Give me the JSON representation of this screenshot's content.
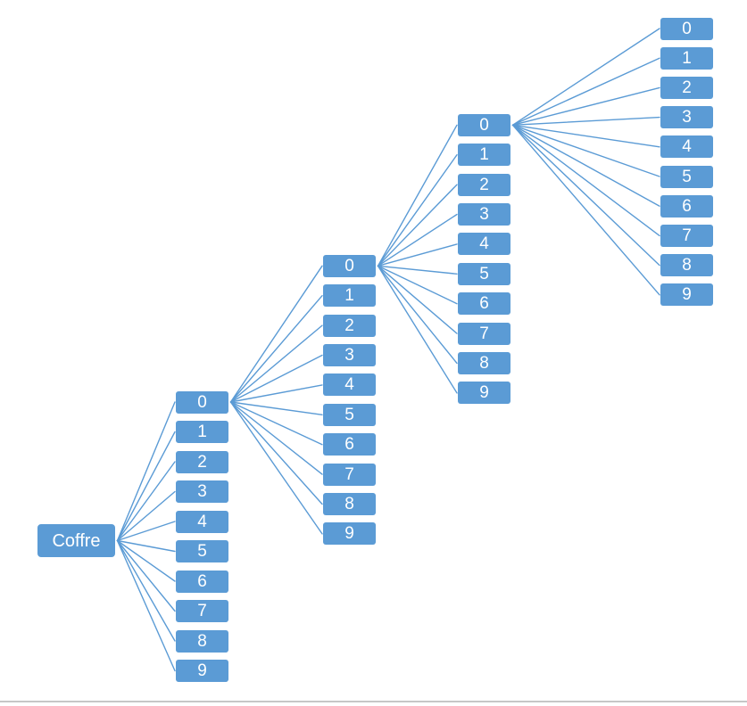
{
  "diagram": {
    "root": {
      "label": "Coffre"
    },
    "levels": [
      {
        "digits": [
          "0",
          "1",
          "2",
          "3",
          "4",
          "5",
          "6",
          "7",
          "8",
          "9"
        ],
        "expanded_digit": "0"
      },
      {
        "digits": [
          "0",
          "1",
          "2",
          "3",
          "4",
          "5",
          "6",
          "7",
          "8",
          "9"
        ],
        "expanded_digit": "0"
      },
      {
        "digits": [
          "0",
          "1",
          "2",
          "3",
          "4",
          "5",
          "6",
          "7",
          "8",
          "9"
        ],
        "expanded_digit": "0"
      },
      {
        "digits": [
          "0",
          "1",
          "2",
          "3",
          "4",
          "5",
          "6",
          "7",
          "8",
          "9"
        ],
        "expanded_digit": null
      }
    ]
  },
  "colors": {
    "node_fill": "#5B9BD5",
    "node_text": "#FFFFFF",
    "connector": "#5B9BD5",
    "divider": "#C6C6C6",
    "background": "#FFFFFF"
  }
}
